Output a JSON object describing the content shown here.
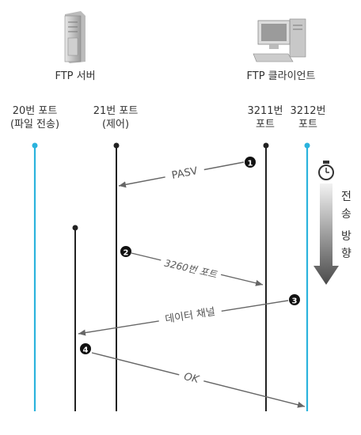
{
  "server": {
    "title": "FTP 서버"
  },
  "client": {
    "title": "FTP 클라이언트"
  },
  "ports": {
    "p20": {
      "line1": "20번 포트",
      "line2": "(파일 전송)"
    },
    "p21": {
      "line1": "21번 포트",
      "line2": "(제어)"
    },
    "p3211": {
      "line1": "3211번",
      "line2": "포트"
    },
    "p3212": {
      "line1": "3212번",
      "line2": "포트"
    }
  },
  "messages": {
    "m1": {
      "step": "1",
      "label": "PASV"
    },
    "m2": {
      "step": "2",
      "label": "3260번 포트"
    },
    "m3": {
      "step": "3",
      "label": "데이터 채널"
    },
    "m4": {
      "step": "4",
      "label": "OK"
    }
  },
  "direction": {
    "chars": [
      "전",
      "송",
      "방",
      "향"
    ]
  },
  "colors": {
    "data_line": "#2bb3dd",
    "control_line": "#222222",
    "arrow": "#666666",
    "marker": "#111111"
  }
}
